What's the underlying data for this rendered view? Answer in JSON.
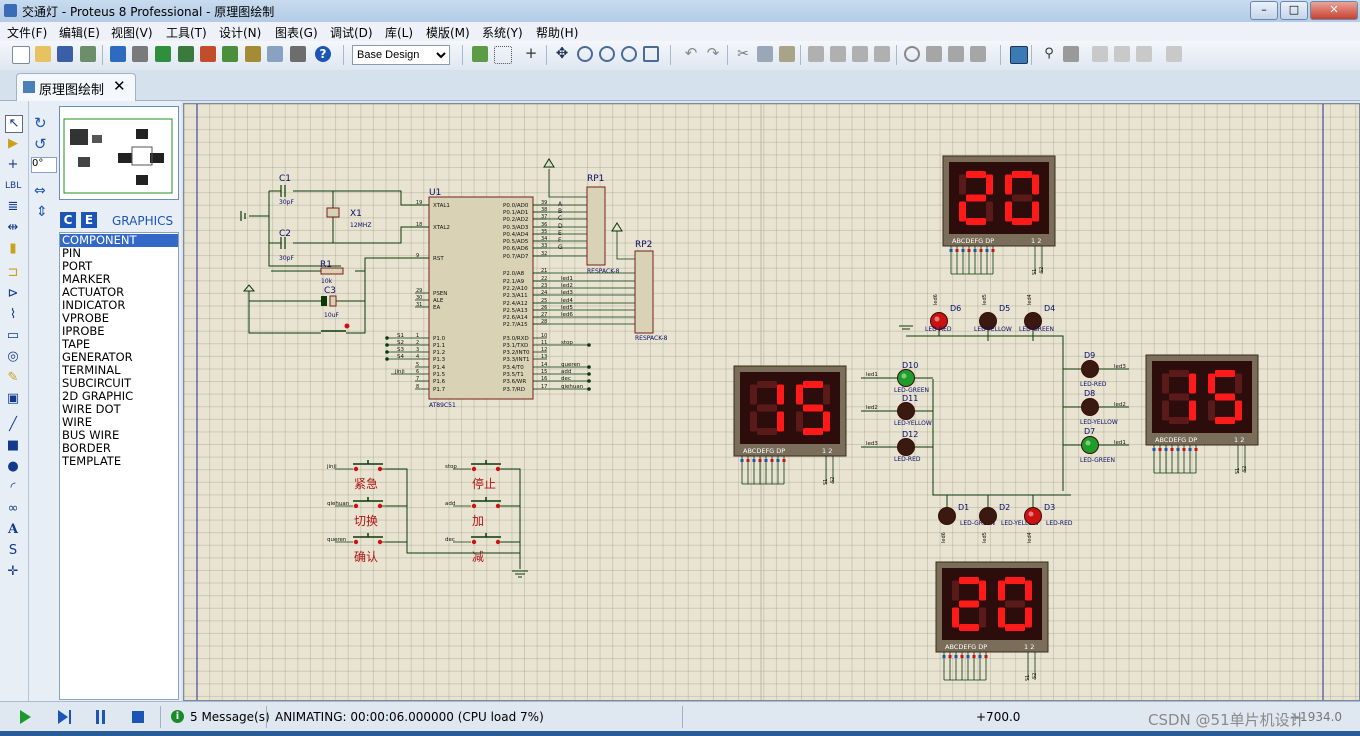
{
  "window": {
    "title": "交通灯 - Proteus 8 Professional - 原理图绘制",
    "buttons": [
      "–",
      "□",
      "✕"
    ]
  },
  "menubar": [
    "文件(F)",
    "编辑(E)",
    "视图(V)",
    "工具(T)",
    "设计(N)",
    "图表(G)",
    "调试(D)",
    "库(L)",
    "模版(M)",
    "系统(Y)",
    "帮助(H)"
  ],
  "toolbar": {
    "design_select": "Base Design"
  },
  "tab": {
    "label": "原理图绘制",
    "close": "✕"
  },
  "left_panel": {
    "rotation": "0°",
    "mode_buttons": [
      "C",
      "E"
    ],
    "mode_title": "GRAPHICS",
    "items": [
      "COMPONENT",
      "PIN",
      "PORT",
      "MARKER",
      "ACTUATOR",
      "INDICATOR",
      "VPROBE",
      "IPROBE",
      "TAPE",
      "GENERATOR",
      "TERMINAL",
      "SUBCIRCUIT",
      "2D GRAPHIC",
      "WIRE DOT",
      "WIRE",
      "BUS WIRE",
      "BORDER",
      "TEMPLATE"
    ],
    "selected": "COMPONENT"
  },
  "schematic": {
    "mcu": {
      "ref": "U1",
      "part": "AT89C51",
      "left_pins": [
        {
          "num": "19",
          "name": "XTAL1"
        },
        {
          "num": "18",
          "name": "XTAL2"
        },
        {
          "num": "9",
          "name": "RST"
        },
        {
          "num": "29",
          "name": "PSEN"
        },
        {
          "num": "30",
          "name": "ALE"
        },
        {
          "num": "31",
          "name": "EA"
        },
        {
          "num": "1",
          "name": "P1.0"
        },
        {
          "num": "2",
          "name": "P1.1"
        },
        {
          "num": "3",
          "name": "P1.2"
        },
        {
          "num": "4",
          "name": "P1.3"
        },
        {
          "num": "5",
          "name": "P1.4"
        },
        {
          "num": "6",
          "name": "P1.5"
        },
        {
          "num": "7",
          "name": "P1.6"
        },
        {
          "num": "8",
          "name": "P1.7"
        }
      ],
      "right_pins": [
        {
          "num": "39",
          "name": "P0.0/AD0"
        },
        {
          "num": "38",
          "name": "P0.1/AD1"
        },
        {
          "num": "37",
          "name": "P0.2/AD2"
        },
        {
          "num": "36",
          "name": "P0.3/AD3"
        },
        {
          "num": "35",
          "name": "P0.4/AD4"
        },
        {
          "num": "34",
          "name": "P0.5/AD5"
        },
        {
          "num": "33",
          "name": "P0.6/AD6"
        },
        {
          "num": "32",
          "name": "P0.7/AD7"
        },
        {
          "num": "21",
          "name": "P2.0/A8"
        },
        {
          "num": "22",
          "name": "P2.1/A9"
        },
        {
          "num": "23",
          "name": "P2.2/A10"
        },
        {
          "num": "24",
          "name": "P2.3/A11"
        },
        {
          "num": "25",
          "name": "P2.4/A12"
        },
        {
          "num": "26",
          "name": "P2.5/A13"
        },
        {
          "num": "27",
          "name": "P2.6/A14"
        },
        {
          "num": "28",
          "name": "P2.7/A15"
        },
        {
          "num": "10",
          "name": "P3.0/RXD"
        },
        {
          "num": "11",
          "name": "P3.1/TXD"
        },
        {
          "num": "12",
          "name": "P3.2/INT0"
        },
        {
          "num": "13",
          "name": "P3.3/INT1"
        },
        {
          "num": "14",
          "name": "P3.4/T0"
        },
        {
          "num": "15",
          "name": "P3.5/T1"
        },
        {
          "num": "16",
          "name": "P3.6/WR"
        },
        {
          "num": "17",
          "name": "P3.7/RD"
        }
      ],
      "p0_nets": [
        "A",
        "B",
        "C",
        "D",
        "E",
        "F",
        "G"
      ],
      "p1_nets": [
        "S1",
        "S2",
        "S3",
        "S4",
        "jinji"
      ],
      "p2_nets": [
        "led1",
        "led2",
        "led3",
        "led4",
        "led5",
        "led6"
      ],
      "p3_nets": [
        "stop",
        "queren",
        "add",
        "dec",
        "qiehuan"
      ]
    },
    "components": {
      "c1": {
        "ref": "C1",
        "value": "30pF"
      },
      "c2": {
        "ref": "C2",
        "value": "30pF"
      },
      "x1": {
        "ref": "X1",
        "value": "12MHZ"
      },
      "r1": {
        "ref": "R1",
        "value": "10k"
      },
      "c3": {
        "ref": "C3",
        "value": "10uF"
      },
      "rp1": {
        "ref": "RP1",
        "part": "RESPACK-8"
      },
      "rp2": {
        "ref": "RP2",
        "part": "RESPACK-8"
      }
    },
    "buttons": [
      {
        "net": "jinji",
        "label": "紧急"
      },
      {
        "net": "qiehuan",
        "label": "切换"
      },
      {
        "net": "queren",
        "label": "确认"
      },
      {
        "net": "stop",
        "label": "停止"
      },
      {
        "net": "add",
        "label": "加"
      },
      {
        "net": "dec",
        "label": "减"
      }
    ],
    "displays": [
      {
        "id": "top",
        "value": "20"
      },
      {
        "id": "left",
        "value": "15"
      },
      {
        "id": "right",
        "value": "15"
      },
      {
        "id": "bottom",
        "value": "20"
      }
    ],
    "display_pins": "ABCDEFG  DP",
    "display_digits": "1 2",
    "display_selects": [
      "S1",
      "S2"
    ],
    "leds": [
      {
        "ref": "D6",
        "type": "LED-RED",
        "net": "led6",
        "lit": true,
        "color": "#cc1111"
      },
      {
        "ref": "D5",
        "type": "LED-YELLOW",
        "net": "led5",
        "lit": false,
        "color": "#3a1a10"
      },
      {
        "ref": "D4",
        "type": "LED-GREEN",
        "net": "led4",
        "lit": false,
        "color": "#3a1a10"
      },
      {
        "ref": "D10",
        "type": "LED-GREEN",
        "net": "led1",
        "lit": true,
        "color": "#1f9d2a"
      },
      {
        "ref": "D11",
        "type": "LED-YELLOW",
        "net": "led2",
        "lit": false,
        "color": "#3a1a10"
      },
      {
        "ref": "D12",
        "type": "LED-RED",
        "net": "led3",
        "lit": false,
        "color": "#3a1a10"
      },
      {
        "ref": "D9",
        "type": "LED-RED",
        "net": "led3",
        "lit": false,
        "color": "#3a1a10"
      },
      {
        "ref": "D8",
        "type": "LED-YELLOW",
        "net": "led2",
        "lit": false,
        "color": "#3a1a10"
      },
      {
        "ref": "D7",
        "type": "LED-GREEN",
        "net": "led1",
        "lit": true,
        "color": "#1f9d2a"
      },
      {
        "ref": "D1",
        "type": "LED-GREEN",
        "net": "led6",
        "lit": false,
        "color": "#3a1a10"
      },
      {
        "ref": "D2",
        "type": "LED-YELLOW",
        "net": "led5",
        "lit": false,
        "color": "#3a1a10"
      },
      {
        "ref": "D3",
        "type": "LED-RED",
        "net": "led4",
        "lit": true,
        "color": "#cc1111"
      }
    ]
  },
  "statusbar": {
    "messages": "5 Message(s)",
    "animating": "ANIMATING: 00:00:06.000000 (CPU load 7%)",
    "coord": "+700.0",
    "coord2": "+1934.0",
    "watermark": "CSDN @51单片机设计"
  },
  "colors": {
    "canvas": "#e8e4d1",
    "component_body": "#d9d2b4",
    "outline": "#7a1e1e",
    "wire": "#0a3a0a",
    "segment_on": "#ff1a1a",
    "segment_off": "#5a1a1a",
    "display_bg": "#2d0c0c"
  }
}
